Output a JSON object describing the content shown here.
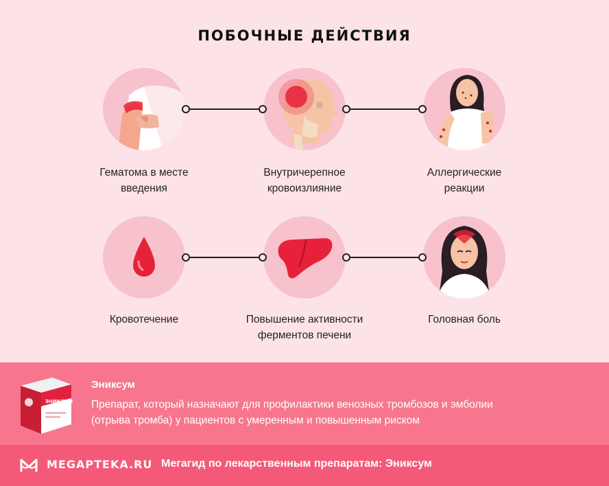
{
  "title": "ПОБОЧНЫЕ ДЕЙСТВИЯ",
  "effects": [
    {
      "line1": "Гематома в месте",
      "line2": "введения",
      "icon": "arm-bruise-icon"
    },
    {
      "line1": "Внутричерепное",
      "line2": "кровоизлияние",
      "icon": "skull-head-icon"
    },
    {
      "line1": "Аллергические",
      "line2": "реакции",
      "icon": "allergic-woman-icon"
    },
    {
      "line1": "Кровотечение",
      "line2": "",
      "icon": "blood-drop-icon"
    },
    {
      "line1": "Повышение активности",
      "line2": "ферментов печени",
      "icon": "liver-icon"
    },
    {
      "line1": "Головная боль",
      "line2": "",
      "icon": "headache-woman-icon"
    }
  ],
  "drug": {
    "name": "Эниксум",
    "description_line1": "Препарат, который назначают для профилактики венозных тромбозов и эмболии",
    "description_line2": "(отрыва тромба) у пациентов с умеренным и повышенным риском",
    "box_label": "ЭНИКСУМ"
  },
  "footer": {
    "brand": "MEGAPTEKA.RU",
    "link": "Мегагид по лекарственным препаратам: Эниксум"
  },
  "colors": {
    "background": "#fde3e7",
    "circle": "#f8c2cc",
    "info_band": "#f7768e",
    "footer": "#f45a78",
    "accent_red": "#e8213a"
  }
}
